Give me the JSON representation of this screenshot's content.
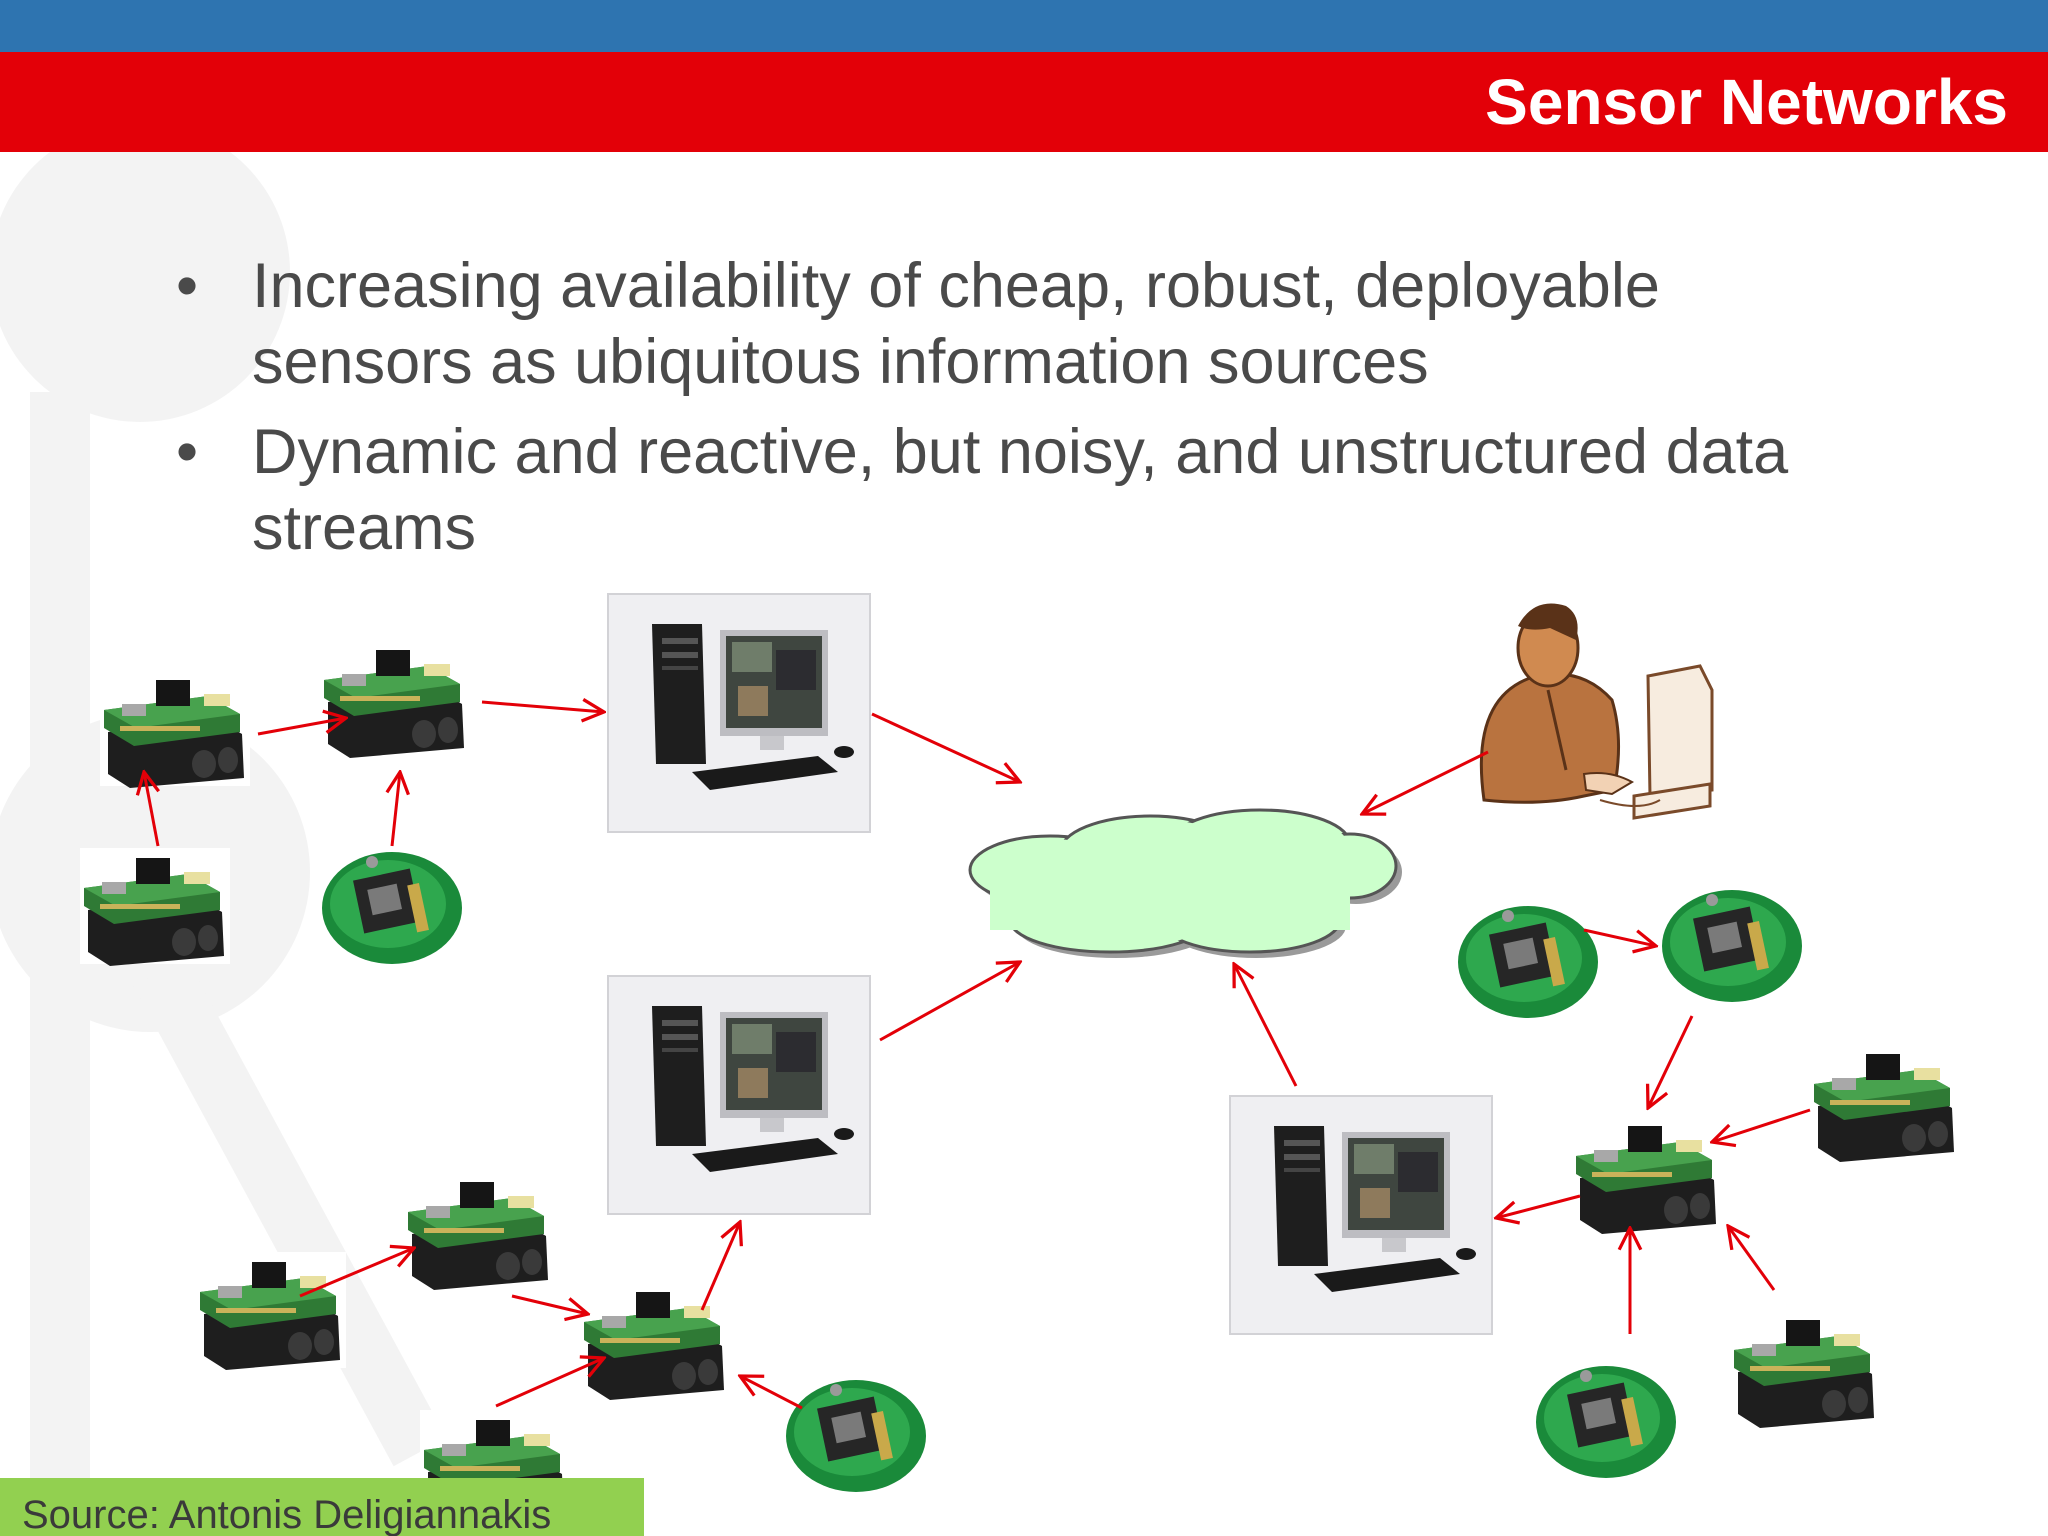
{
  "slide": {
    "title": "Sensor Networks",
    "bullets": [
      "Increasing availability of cheap, robust, deployable sensors as ubiquitous information sources",
      "Dynamic and reactive, but noisy, and unstructured data streams"
    ],
    "bullet_symbol": "•",
    "source": "Source: Antonis Deligiannakis"
  },
  "colors": {
    "header_blue": "#2e74b0",
    "header_red": "#e30008",
    "arrow": "#e30008",
    "cloud": "#ccffcc",
    "source_box": "#92d050"
  }
}
